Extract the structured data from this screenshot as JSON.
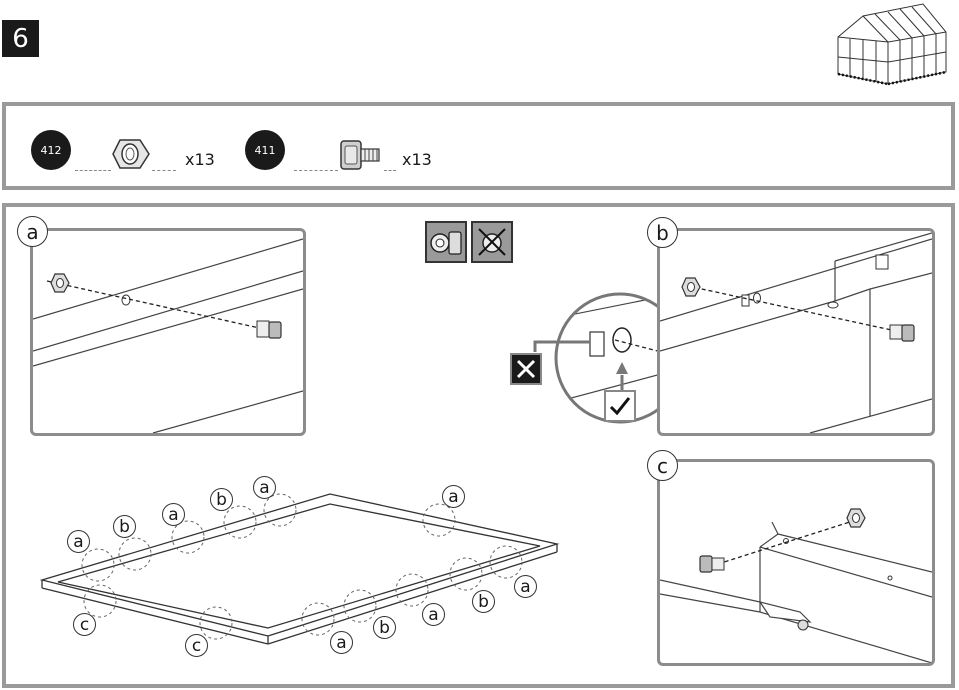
{
  "step": {
    "number": "6"
  },
  "parts": [
    {
      "code": "412",
      "qty": "x13",
      "icon": "hex-nut-icon"
    },
    {
      "code": "411",
      "qty": "x13",
      "icon": "square-head-bolt-icon"
    }
  ],
  "panels": {
    "a": {
      "label": "a"
    },
    "b": {
      "label": "b"
    },
    "c": {
      "label": "c"
    }
  },
  "frame_labels": [
    "a",
    "b",
    "a",
    "b",
    "a",
    "a",
    "c",
    "c",
    "a",
    "b",
    "a",
    "b",
    "a"
  ]
}
